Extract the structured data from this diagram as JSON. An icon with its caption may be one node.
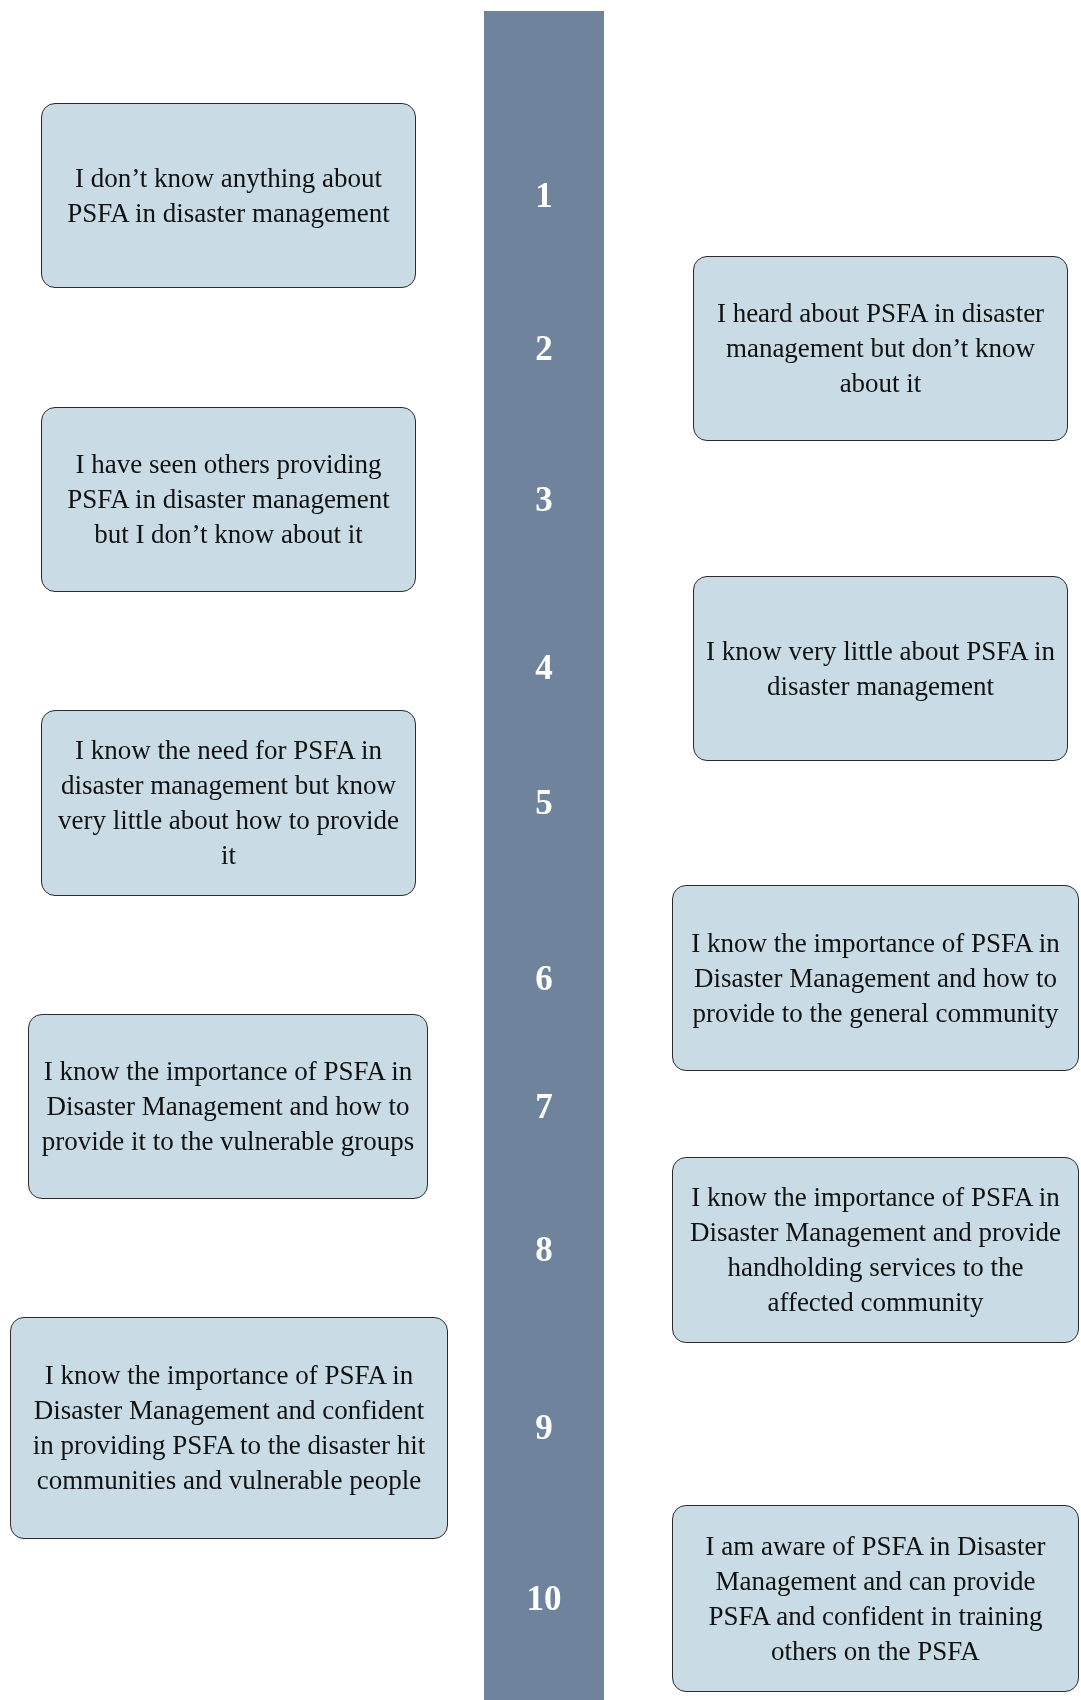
{
  "diagram": {
    "nodes": [
      {
        "text": [
          "I don’t know anything about PSFA in disaster management"
        ]
      },
      {
        "text": [
          "I heard about PSFA in disaster management but don’t know about it"
        ]
      },
      {
        "text": [
          "I have seen others providing PSFA in disaster management but I don’t know about it"
        ]
      },
      {
        "text": [
          "I know very little about PSFA in disaster management"
        ]
      },
      {
        "text": [
          "I know the need for PSFA in disaster management but know very little about how to provide it"
        ]
      },
      {
        "text": [
          "I know the importance of PSFA in Disaster Management and how to provide to the general community"
        ]
      },
      {
        "text": [
          "I know the importance of PSFA in Disaster Management and how to provide it to the vulnerable groups"
        ]
      },
      {
        "text": [
          "I know the importance of PSFA in Disaster Management and provide handholding services to the affected community"
        ]
      },
      {
        "text": [
          "I know the importance of PSFA in Disaster Management and confident in providing PSFA to the disaster hit communities and vulnerable people"
        ]
      },
      {
        "text": [
          "I am aware of PSFA in Disaster Management and can provide PSFA and confident in training others on the PSFA"
        ]
      }
    ],
    "labels": [
      "1",
      "2",
      "3",
      "4",
      "5",
      "6",
      "7",
      "8",
      "9",
      "10"
    ]
  }
}
